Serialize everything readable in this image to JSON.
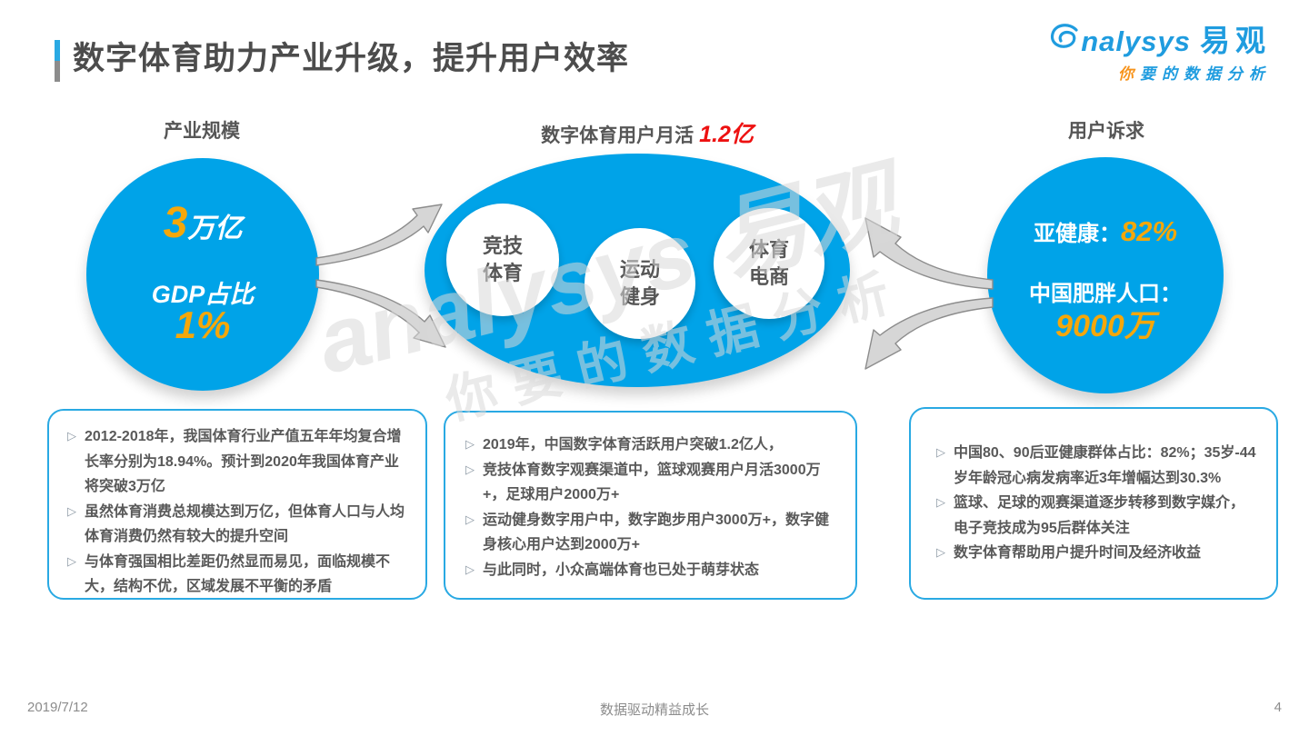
{
  "slide": {
    "title": "数字体育助力产业升级，提升用户效率",
    "footer": {
      "date": "2019/7/12",
      "slogan": "数据驱动精益成长",
      "page": "4"
    }
  },
  "logo": {
    "brand_rest": "nalysys",
    "brand_cn": "易观",
    "tagline_first": "你",
    "tagline_rest": "要的数据分析"
  },
  "watermark": {
    "line1": "analysys 易观",
    "line2": "你要的数据分析"
  },
  "bullet_glyph": "▷",
  "sections": {
    "left": {
      "header": "产业规模",
      "circle": {
        "value": "3",
        "unit": "万亿",
        "label": "GDP占比",
        "percent": "1%"
      },
      "bullets": [
        "2012-2018年，我国体育行业产值五年年均复合增长率分别为18.94%。预计到2020年我国体育产业将突破3万亿",
        "虽然体育消费总规模达到万亿，但体育人口与人均体育消费仍然有较大的提升空间",
        "与体育强国相比差距仍然显而易见，面临规模不大，结构不优，区域发展不平衡的矛盾"
      ]
    },
    "center": {
      "header": "数字体育用户月活",
      "highlight": "1.2亿",
      "bubbles": [
        {
          "line1": "竞技",
          "line2": "体育"
        },
        {
          "line1": "运动",
          "line2": "健身"
        },
        {
          "line1": "体育",
          "line2": "电商"
        }
      ],
      "bullets": [
        "2019年，中国数字体育活跃用户突破1.2亿人，",
        "竞技体育数字观赛渠道中，篮球观赛用户月活3000万+，足球用户2000万+",
        "运动健身数字用户中，数字跑步用户3000万+，数字健身核心用户达到2000万+",
        "与此同时，小众高端体育也已处于萌芽状态"
      ]
    },
    "right": {
      "header": "用户诉求",
      "circle": {
        "label1": "亚健康：",
        "value1": "82%",
        "label2": "中国肥胖人口：",
        "value2": "9000万"
      },
      "bullets": [
        "中国80、90后亚健康群体占比：82%；35岁-44岁年龄冠心病发病率近3年增幅达到30.3%",
        "篮球、足球的观赛渠道逐步转移到数字媒介，电子竞技成为95后群体关注",
        "数字体育帮助用户提升时间及经济收益"
      ]
    }
  },
  "colors": {
    "brand_blue": "#00A3E8",
    "logo_blue": "#1F9CDF",
    "box_border_blue": "#29A9E3",
    "accent_orange": "#F5A70A",
    "tagline_orange": "#F7941D",
    "highlight_red": "#ED1111",
    "text_gray": "#595959",
    "arrow_gray": "#D6D6D6"
  }
}
